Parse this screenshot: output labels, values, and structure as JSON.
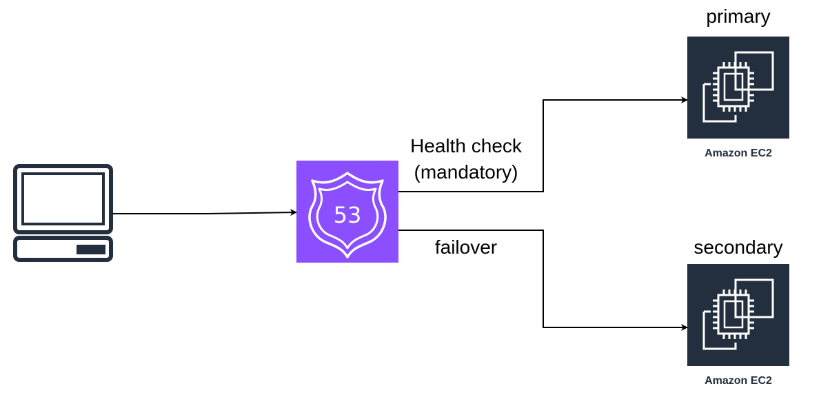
{
  "diagram": {
    "route53_label": "53",
    "health_check_line1": "Health check",
    "health_check_line2": "(mandatory)",
    "failover_label": "failover",
    "primary_label": "primary",
    "secondary_label": "secondary",
    "ec2_primary_label": "Amazon EC2",
    "ec2_secondary_label": "Amazon EC2"
  },
  "colors": {
    "route53_bg": "#8c4fff",
    "ec2_bg": "#232f3e",
    "icon_stroke": "#ffffff",
    "client_stroke": "#232f3e",
    "arrow": "#000000"
  }
}
